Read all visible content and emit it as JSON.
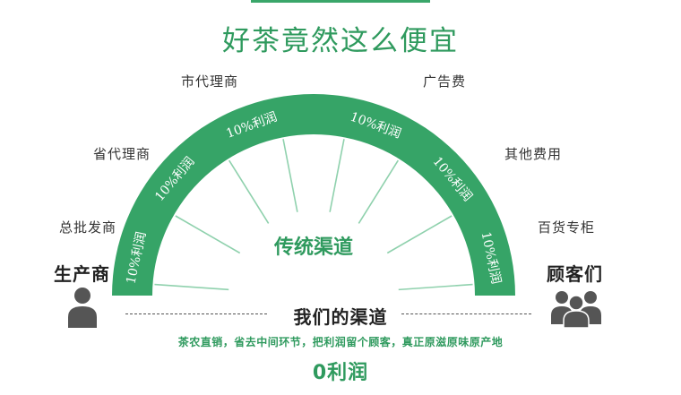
{
  "title": "好茶竟然这么便宜",
  "left_end": "生产商",
  "right_end": "顾客们",
  "center_label": "传统渠道",
  "channels": [
    {
      "label": "总批发商",
      "profit": "10%利润"
    },
    {
      "label": "省代理商",
      "profit": "10%利润"
    },
    {
      "label": "市代理商",
      "profit": "10%利润"
    },
    {
      "label": "广告费",
      "profit": "10%利润"
    },
    {
      "label": "其他费用",
      "profit": "10%利润"
    },
    {
      "label": "百货专柜",
      "profit": "10%利润"
    }
  ],
  "our_channel": {
    "title": "我们的渠道",
    "description": "茶农直销，省去中间环节，把利润留个顾客，真正原滋原味原产地",
    "profit": "0利润"
  },
  "colors": {
    "accent": "#2f9a5e",
    "arc": "#36a467",
    "spoke": "#8fd1ad",
    "person": "#555555"
  },
  "icons": [
    "person-icon",
    "group-icon"
  ]
}
